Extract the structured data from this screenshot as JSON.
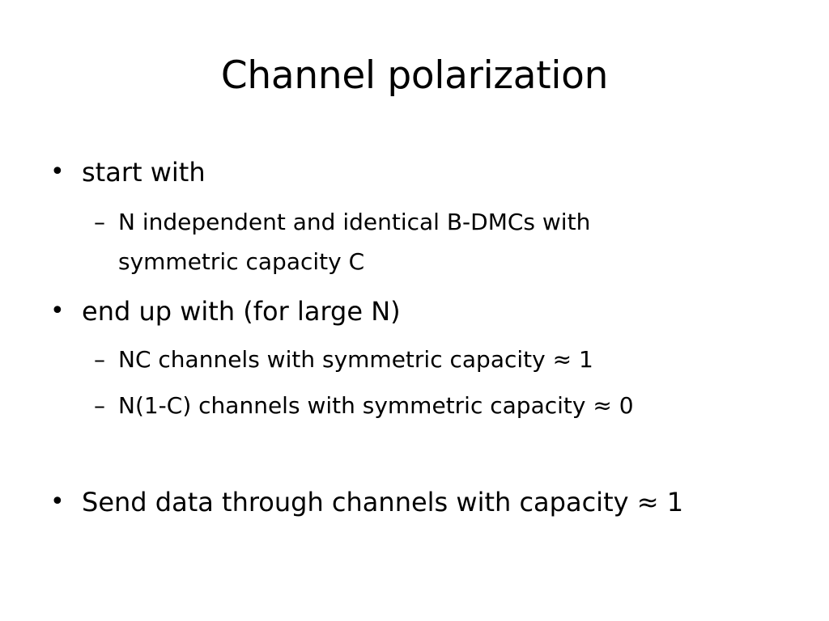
{
  "slide": {
    "title": "Channel polarization",
    "bullet_marker": "•",
    "sub_marker": "–",
    "items": [
      {
        "text": "start with",
        "subitems": [
          {
            "line1": "N independent and identical B-DMCs with",
            "line2": "symmetric capacity C"
          }
        ]
      },
      {
        "text": "end up with (for large N)",
        "subitems": [
          {
            "line1": "NC channels with symmetric capacity ≈ 1"
          },
          {
            "line1": "N(1-C) channels with symmetric capacity ≈ 0"
          }
        ]
      },
      {
        "text": "Send data through channels with capacity ≈ 1"
      }
    ]
  }
}
